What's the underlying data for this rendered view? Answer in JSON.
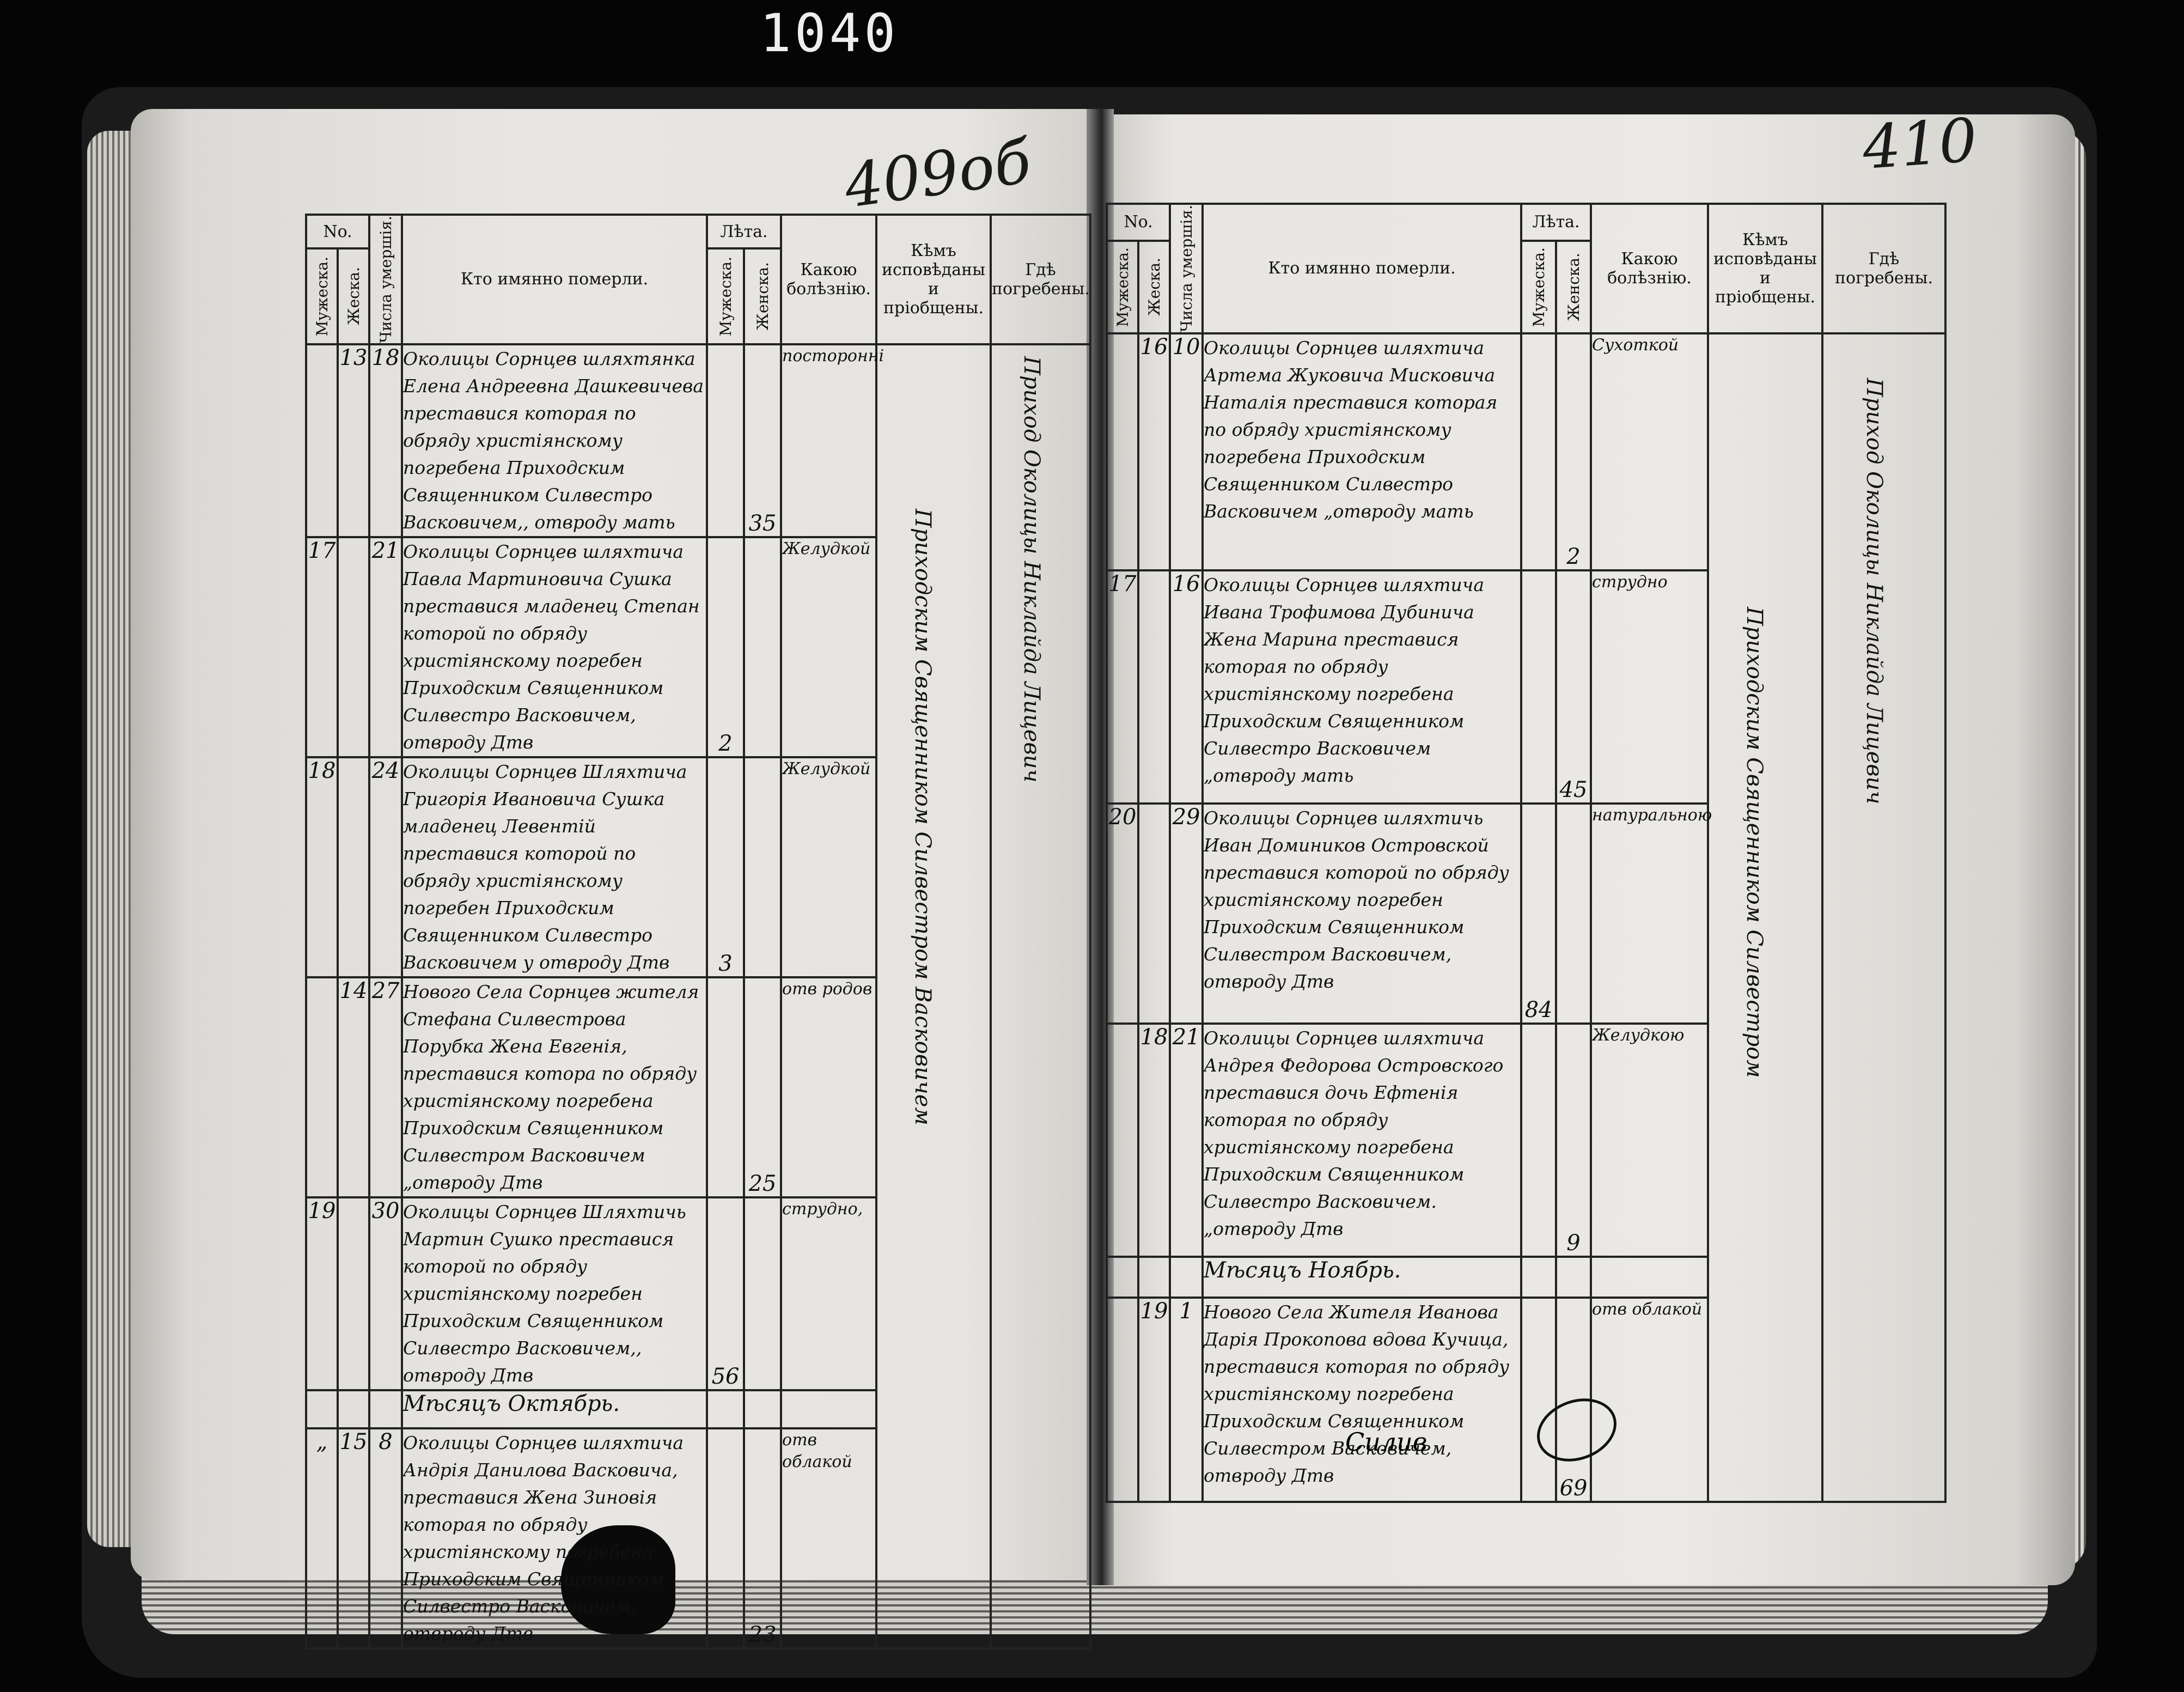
{
  "archive_number": "1040",
  "page_numbers": {
    "left": "409об",
    "right": "410"
  },
  "headers": {
    "no": "No.",
    "male_num": "Мужеска.",
    "female_num": "Жеска.",
    "date": "Числа умершія.",
    "name": "Кто имянно померли.",
    "years": "Лѣта.",
    "male_age": "Мужеска.",
    "female_age": "Женска.",
    "disease": "Какою болѣзнію.",
    "confessed_left": "Кѣмъ исповѣданы и пріобщены.",
    "confessed_right": "Кѣмъ исповѣданы и пріобщены.",
    "buried_left": "Гдѣ погребены.",
    "buried_right": "Гдѣ погребены."
  },
  "left_page": {
    "entries": [
      {
        "male_no": "",
        "female_no": "13",
        "date": "18",
        "text": "Околицы Сорнцев шляхтянка Елена Андреевна Дашкевичева преставися которая по обряду христіянскому погребена Приходским Священником Силвестро Васковичем,, отвроду мать",
        "male_age": "",
        "female_age": "35",
        "disease": "посторонні"
      },
      {
        "male_no": "17",
        "female_no": "",
        "date": "21",
        "text": "Околицы Сорнцев шляхтича Павла Мартиновича Сушка преставися младенец Степан которой по обряду христіянскому погребен Приходским Священником Силвестро Васковичем, отвроду Дтв",
        "male_age": "2",
        "female_age": "",
        "disease": "Желудкой"
      },
      {
        "male_no": "18",
        "female_no": "",
        "date": "24",
        "text": "Околицы Сорнцев Шляхтича Григорія Ивановича Сушка младенец Левентій преставися которой по обряду христіянскому погребен Приходским Священником Силвестро Васковичем у отвроду Дтв",
        "male_age": "3",
        "female_age": "",
        "disease": "Желудкой"
      },
      {
        "male_no": "",
        "female_no": "14",
        "date": "27",
        "text": "Нового Села Сорнцев жителя Стефана Силвестрова Порубка Жена Евгенія, преставися котора по обряду христіянскому погребена Приходским Священником Силвестром Васковичем „отвроду Дтв",
        "male_age": "",
        "female_age": "25",
        "disease": "отв родов"
      },
      {
        "male_no": "19",
        "female_no": "",
        "date": "30",
        "text": "Околицы Сорнцев Шляхтичь Мартин Сушко преставися которой по обряду христіянскому погребен Приходским Священником Силвестро Васковичем,, отвроду Дтв",
        "male_age": "56",
        "female_age": "",
        "disease": "струдно,"
      },
      {
        "month": "Мѣсяцъ Октябрь."
      },
      {
        "male_no": "„",
        "female_no": "15",
        "date": "8",
        "text": "Околицы Сорнцев шляхтича Андрія Данилова Васковича, преставися Жена Зиновія которая по обряду христіянскому погребена Приходским Священником Силвестро Васковичем, отвроду Дтв",
        "male_age": "",
        "female_age": "23",
        "disease": "отв облакой"
      }
    ],
    "confessed_long": "Приходским Священником Силвестром Васковичем",
    "buried_long": "Приход Околицы Никлайда Лицевич"
  },
  "right_page": {
    "entries": [
      {
        "male_no": "",
        "female_no": "16",
        "date": "10",
        "text": "Околицы Сорнцев шляхтича Артема Жуковича Мисковича Наталія преставися которая по обряду христіянскому погребена Приходским Священником Силвестро Васковичем „отвроду мать",
        "male_age": "",
        "female_age": "2",
        "disease": "Сухоткой"
      },
      {
        "male_no": "17",
        "female_no": "",
        "date": "16",
        "text": "Околицы Сорнцев шляхтича Ивана Трофимова Дубинича Жена Марина преставися которая по обряду христіянскому погребена Приходским Священником Силвестро Васковичем „отвроду мать",
        "male_age": "",
        "female_age": "45",
        "disease": "струдно"
      },
      {
        "male_no": "20",
        "female_no": "",
        "date": "29",
        "text": "Околицы Сорнцев шляхтичь Иван Домиников Островской преставися которой по обряду христіянскому погребен Приходским Священником Силвестром Васковичем, отвроду Дтв",
        "male_age": "84",
        "female_age": "",
        "disease": "натуральною"
      },
      {
        "male_no": "",
        "female_no": "18",
        "date": "21",
        "text": "Околицы Сорнцев шляхтича Андрея Федорова Островского преставися дочь Ефтенія которая по обряду христіянскому погребена Приходским Священником Силвестро Васковичем. „отвроду Дтв",
        "male_age": "",
        "female_age": "9",
        "disease": "Желудкою"
      },
      {
        "month": "Мѣсяцъ Ноябрь."
      },
      {
        "male_no": "",
        "female_no": "19",
        "date": "1",
        "text": "Нового Села Жителя Иванова Дарія Прокопова вдова Кучица, преставися которая по обряду христіянскому погребена Приходским Священником Силвестром Васковичем, отвроду Дтв",
        "male_age": "",
        "female_age": "69",
        "disease": "отв облакой"
      }
    ],
    "confessed_long": "Приходским Священником Силвестром",
    "buried_long": "Приход Околицы Никлайда Лицевич",
    "signature": "Силив"
  }
}
